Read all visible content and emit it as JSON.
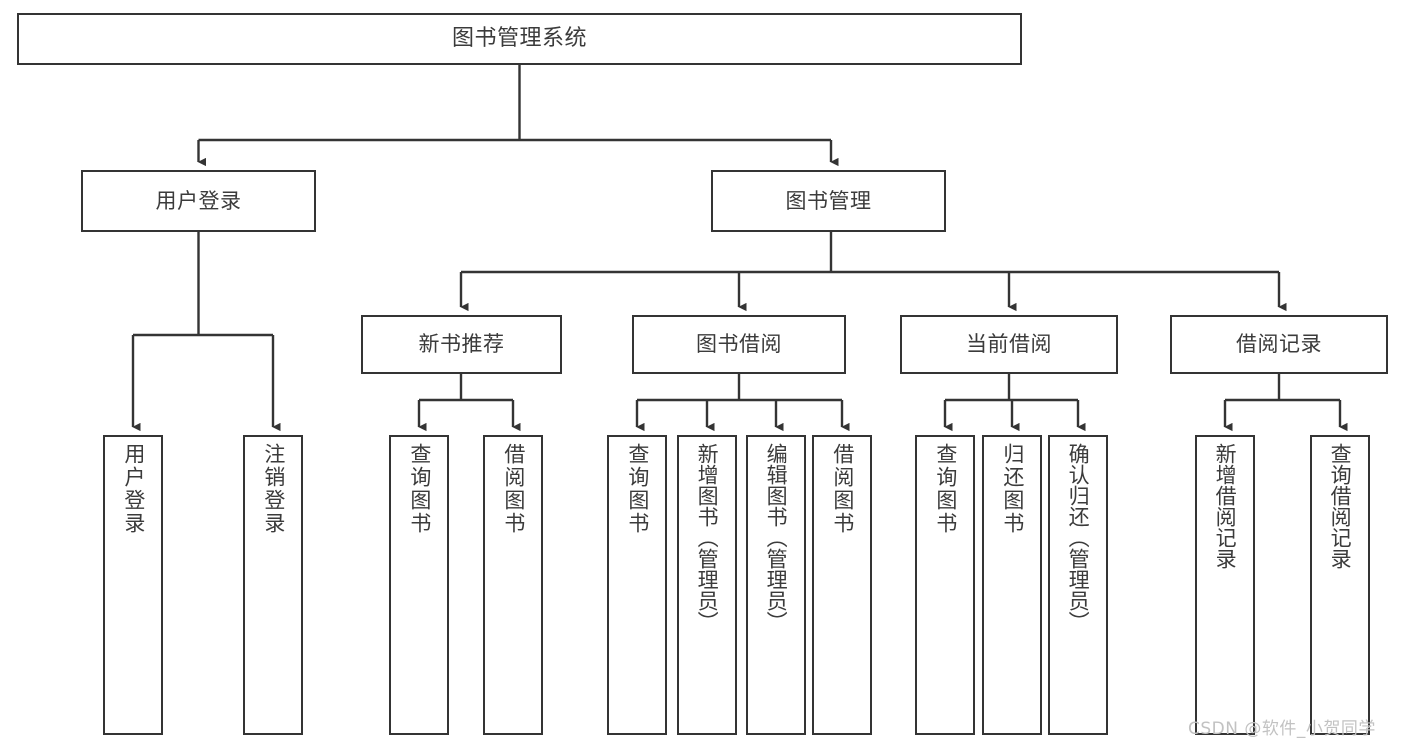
{
  "diagram": {
    "title": "图书管理系统",
    "watermark": "CSDN @软件_小贺同学",
    "colors": {
      "background": "#ffffff",
      "box_border": "#343434",
      "box_fill": "#ffffff",
      "text": "#3b3b3b",
      "connector": "#343434",
      "watermark": "#c2c2c2"
    },
    "root": {
      "label": "图书管理系统"
    },
    "level2": [
      {
        "label": "用户登录"
      },
      {
        "label": "图书管理"
      }
    ],
    "level3": [
      {
        "label": "新书推荐"
      },
      {
        "label": "图书借阅"
      },
      {
        "label": "当前借阅"
      },
      {
        "label": "借阅记录"
      }
    ],
    "leaves": {
      "user_login": [
        {
          "label": "用户登录"
        },
        {
          "label": "注销登录"
        }
      ],
      "new_book": [
        {
          "label": "查询图书"
        },
        {
          "label": "借阅图书"
        }
      ],
      "book_borrow": [
        {
          "label": "查询图书"
        },
        {
          "label": "新增图书（管理员）"
        },
        {
          "label": "编辑图书（管理员）"
        },
        {
          "label": "借阅图书"
        }
      ],
      "current_borrow": [
        {
          "label": "查询图书"
        },
        {
          "label": "归还图书"
        },
        {
          "label": "确认归还（管理员）"
        }
      ],
      "borrow_record": [
        {
          "label": "新增借阅记录"
        },
        {
          "label": "查询借阅记录"
        }
      ]
    }
  }
}
